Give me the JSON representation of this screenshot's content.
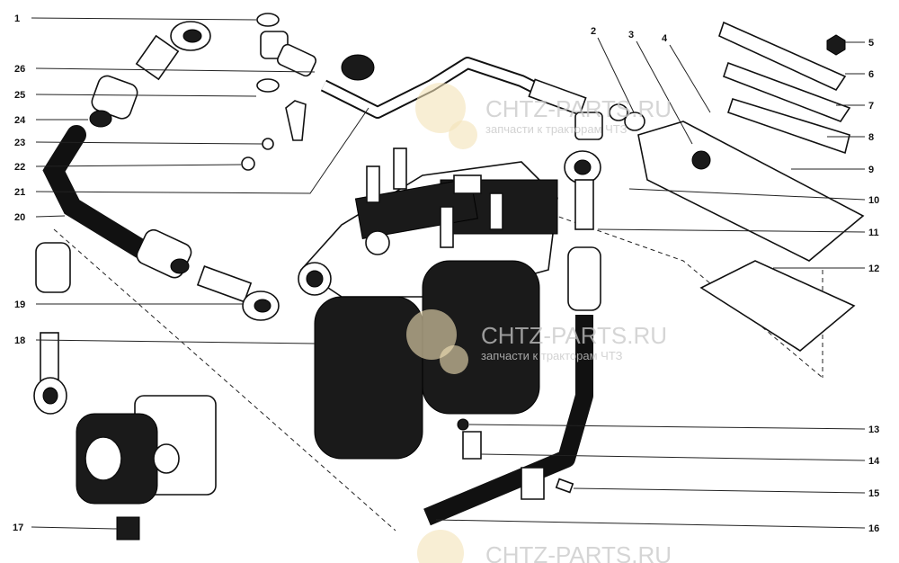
{
  "diagram": {
    "callouts": {
      "c1": "1",
      "c2": "2",
      "c3": "3",
      "c4": "4",
      "c5": "5",
      "c6": "6",
      "c7": "7",
      "c8": "8",
      "c9": "9",
      "c10": "10",
      "c11": "11",
      "c12": "12",
      "c13": "13",
      "c14": "14",
      "c15": "15",
      "c16": "16",
      "c17": "17",
      "c18": "18",
      "c19": "19",
      "c20": "20",
      "c21": "21",
      "c22": "22",
      "c23": "23",
      "c24": "24",
      "c25": "25",
      "c26": "26"
    },
    "watermark": {
      "site": "CHTZ-PARTS.RU",
      "tagline_prefix": "запчасти к тракторам",
      "tagline_brand": "ЧТЗ"
    }
  }
}
